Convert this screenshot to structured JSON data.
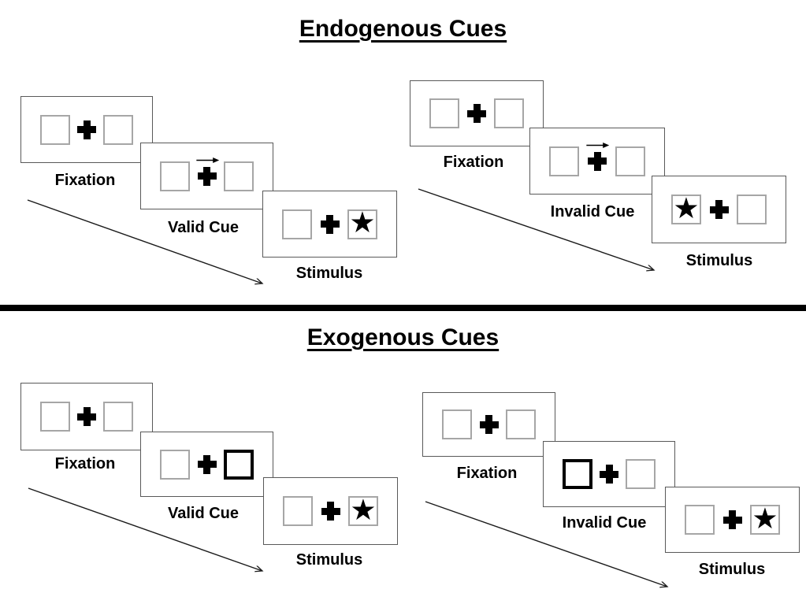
{
  "diagram": {
    "name": "attention-cueing-paradigm",
    "colors": {
      "background": "#ffffff",
      "frame_border": "#595959",
      "square_border": "#a6a6a6",
      "ink": "#000000"
    }
  },
  "glyphs": {
    "star": "★"
  },
  "sections": [
    {
      "title": "Endogenous Cues",
      "trials": [
        {
          "name": "valid-trial",
          "frames": [
            {
              "label": "Fixation",
              "cue": "none",
              "star_side": "none"
            },
            {
              "label": "Valid Cue",
              "cue": "central-arrow-right",
              "star_side": "none"
            },
            {
              "label": "Stimulus",
              "cue": "none",
              "star_side": "right"
            }
          ]
        },
        {
          "name": "invalid-trial",
          "frames": [
            {
              "label": "Fixation",
              "cue": "none",
              "star_side": "none"
            },
            {
              "label": "Invalid Cue",
              "cue": "central-arrow-right",
              "star_side": "none"
            },
            {
              "label": "Stimulus",
              "cue": "none",
              "star_side": "left"
            }
          ]
        }
      ]
    },
    {
      "title": "Exogenous Cues",
      "trials": [
        {
          "name": "valid-trial",
          "frames": [
            {
              "label": "Fixation",
              "cue": "none",
              "star_side": "none"
            },
            {
              "label": "Valid Cue",
              "cue": "peripheral-thick-box-right",
              "star_side": "none"
            },
            {
              "label": "Stimulus",
              "cue": "none",
              "star_side": "right"
            }
          ]
        },
        {
          "name": "invalid-trial",
          "frames": [
            {
              "label": "Fixation",
              "cue": "none",
              "star_side": "none"
            },
            {
              "label": "Invalid Cue",
              "cue": "peripheral-thick-box-left",
              "star_side": "none"
            },
            {
              "label": "Stimulus",
              "cue": "none",
              "star_side": "right"
            }
          ]
        }
      ]
    }
  ]
}
